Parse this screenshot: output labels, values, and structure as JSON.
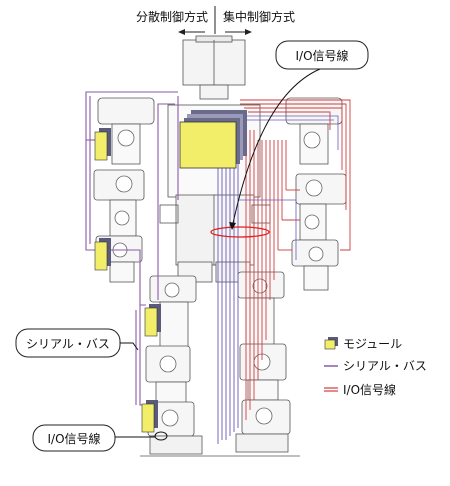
{
  "header": {
    "left_label": "分散制御方式",
    "right_label": "集中制御方式"
  },
  "callouts": {
    "io_top": "I/O信号線",
    "serial": "シリアル・バス",
    "io_bottom": "I/O信号線"
  },
  "legend": {
    "module": "モジュール",
    "serial_bus": "シリアル・バス",
    "io_line": "I/O信号線"
  },
  "colors": {
    "serial_bus": "#8a5aa8",
    "io_line": "#d23c3c",
    "module_fill": "#f2ee6a",
    "module_shadow": "#6a6a8a",
    "robot_line": "#555555"
  }
}
